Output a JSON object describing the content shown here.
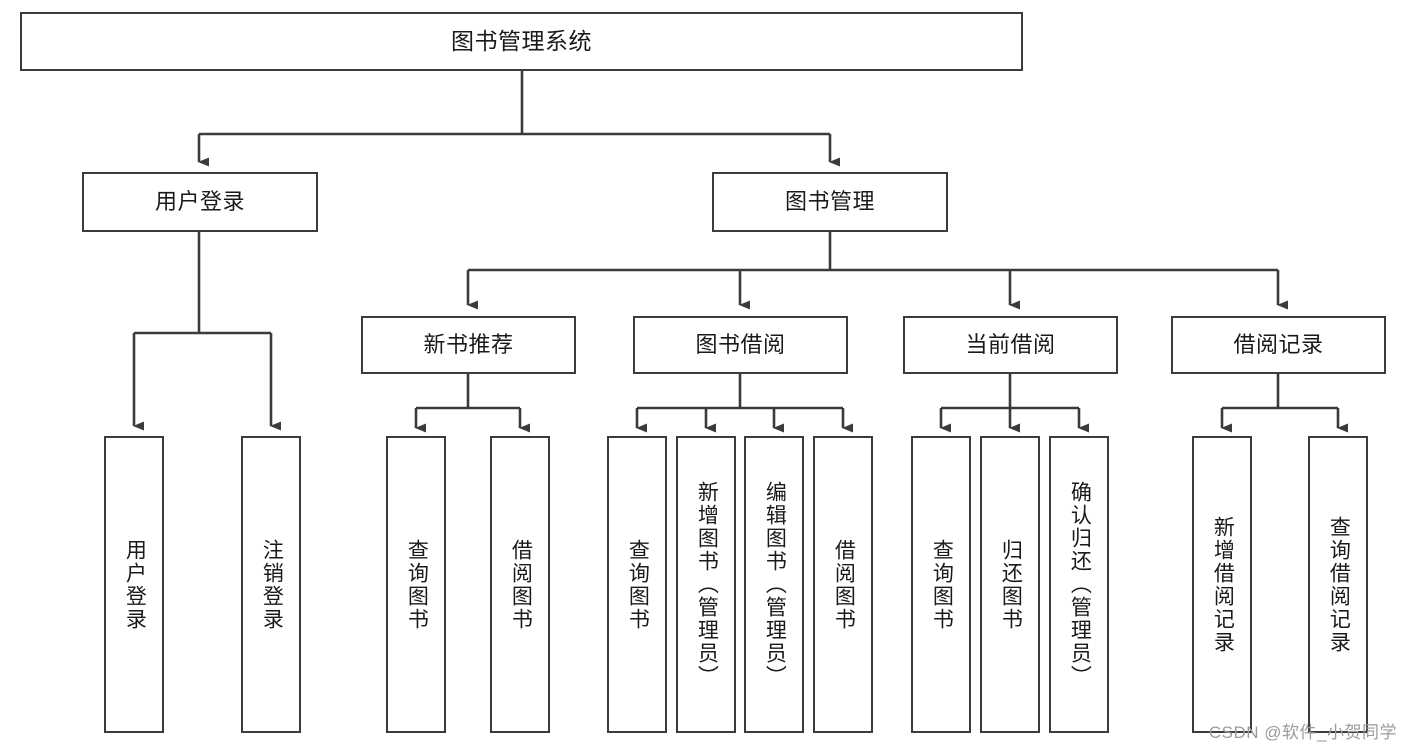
{
  "diagram": {
    "title": "图书管理系统",
    "watermark": "CSDN @软件_小贺同学",
    "colors": {
      "border": "#3b3b3b",
      "background": "#ffffff",
      "text": "#1a1a1a",
      "connector": "#3b3b3b",
      "watermark": "#9b9b9b"
    },
    "root": {
      "label": "图书管理系统"
    },
    "level2": [
      {
        "label": "用户登录"
      },
      {
        "label": "图书管理"
      }
    ],
    "level3": [
      {
        "label": "新书推荐"
      },
      {
        "label": "图书借阅"
      },
      {
        "label": "当前借阅"
      },
      {
        "label": "借阅记录"
      }
    ],
    "leaves": {
      "user_login": [
        {
          "label": "用户登录"
        },
        {
          "label": "注销登录"
        }
      ],
      "new_book": [
        {
          "label": "查询图书"
        },
        {
          "label": "借阅图书"
        }
      ],
      "book_borrow": [
        {
          "label": "查询图书"
        },
        {
          "label": "新增图书（管理员）"
        },
        {
          "label": "编辑图书（管理员）"
        },
        {
          "label": "借阅图书"
        }
      ],
      "current_borrow": [
        {
          "label": "查询图书"
        },
        {
          "label": "归还图书"
        },
        {
          "label": "确认归还（管理员）"
        }
      ],
      "borrow_record": [
        {
          "label": "新增借阅记录"
        },
        {
          "label": "查询借阅记录"
        }
      ]
    }
  }
}
